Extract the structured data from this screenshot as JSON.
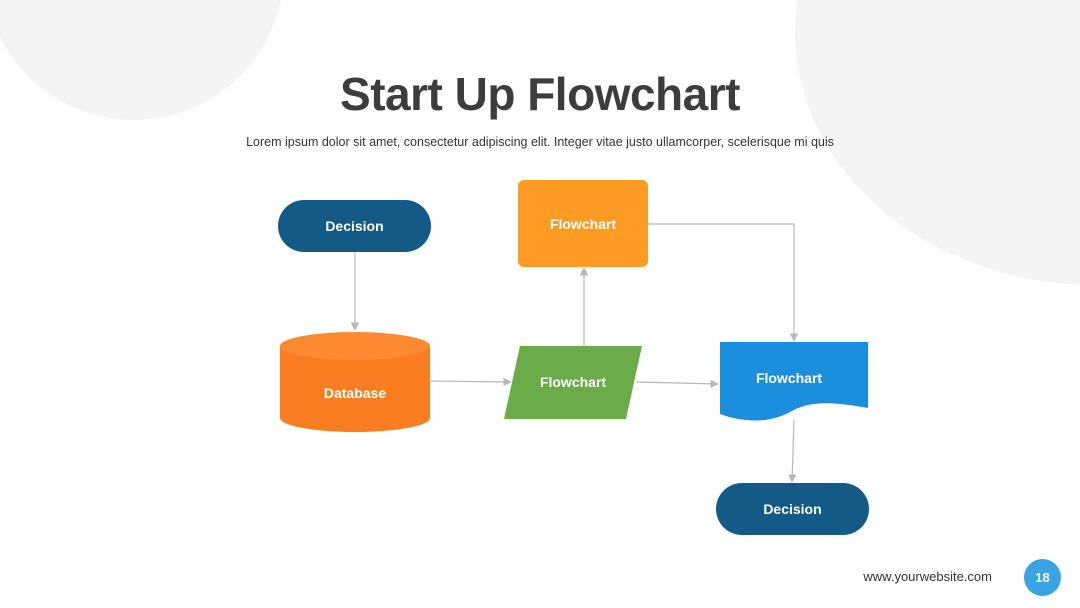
{
  "slide": {
    "title": "Start Up Flowchart",
    "subtitle": "Lorem ipsum dolor sit amet, consectetur adipiscing elit. Integer vitae justo ullamcorper, scelerisque mi quis",
    "website": "www.yourwebsite.com",
    "page_number": "18"
  },
  "diagram": {
    "nodes": [
      {
        "id": "decision-top",
        "shape": "terminator",
        "label": "Decision",
        "color": "#135a86"
      },
      {
        "id": "database",
        "shape": "cylinder",
        "label": "Database",
        "color": "#fb7d22"
      },
      {
        "id": "flowchart-green",
        "shape": "parallelogram",
        "label": "Flowchart",
        "color": "#6aac48"
      },
      {
        "id": "flowchart-orange",
        "shape": "rounded-rectangle",
        "label": "Flowchart",
        "color": "#fd9b22"
      },
      {
        "id": "flowchart-blue",
        "shape": "document",
        "label": "Flowchart",
        "color": "#1b8fdc"
      },
      {
        "id": "decision-bottom",
        "shape": "terminator",
        "label": "Decision",
        "color": "#135a86"
      }
    ],
    "edges": [
      {
        "from": "decision-top",
        "to": "database"
      },
      {
        "from": "database",
        "to": "flowchart-green"
      },
      {
        "from": "flowchart-green",
        "to": "flowchart-orange"
      },
      {
        "from": "flowchart-green",
        "to": "flowchart-blue"
      },
      {
        "from": "flowchart-orange",
        "to": "flowchart-blue"
      },
      {
        "from": "flowchart-blue",
        "to": "decision-bottom"
      }
    ]
  },
  "colors": {
    "connector": "#b8b8b8",
    "decoration": "#f4f4f4",
    "badge": "#3aa3e3"
  }
}
